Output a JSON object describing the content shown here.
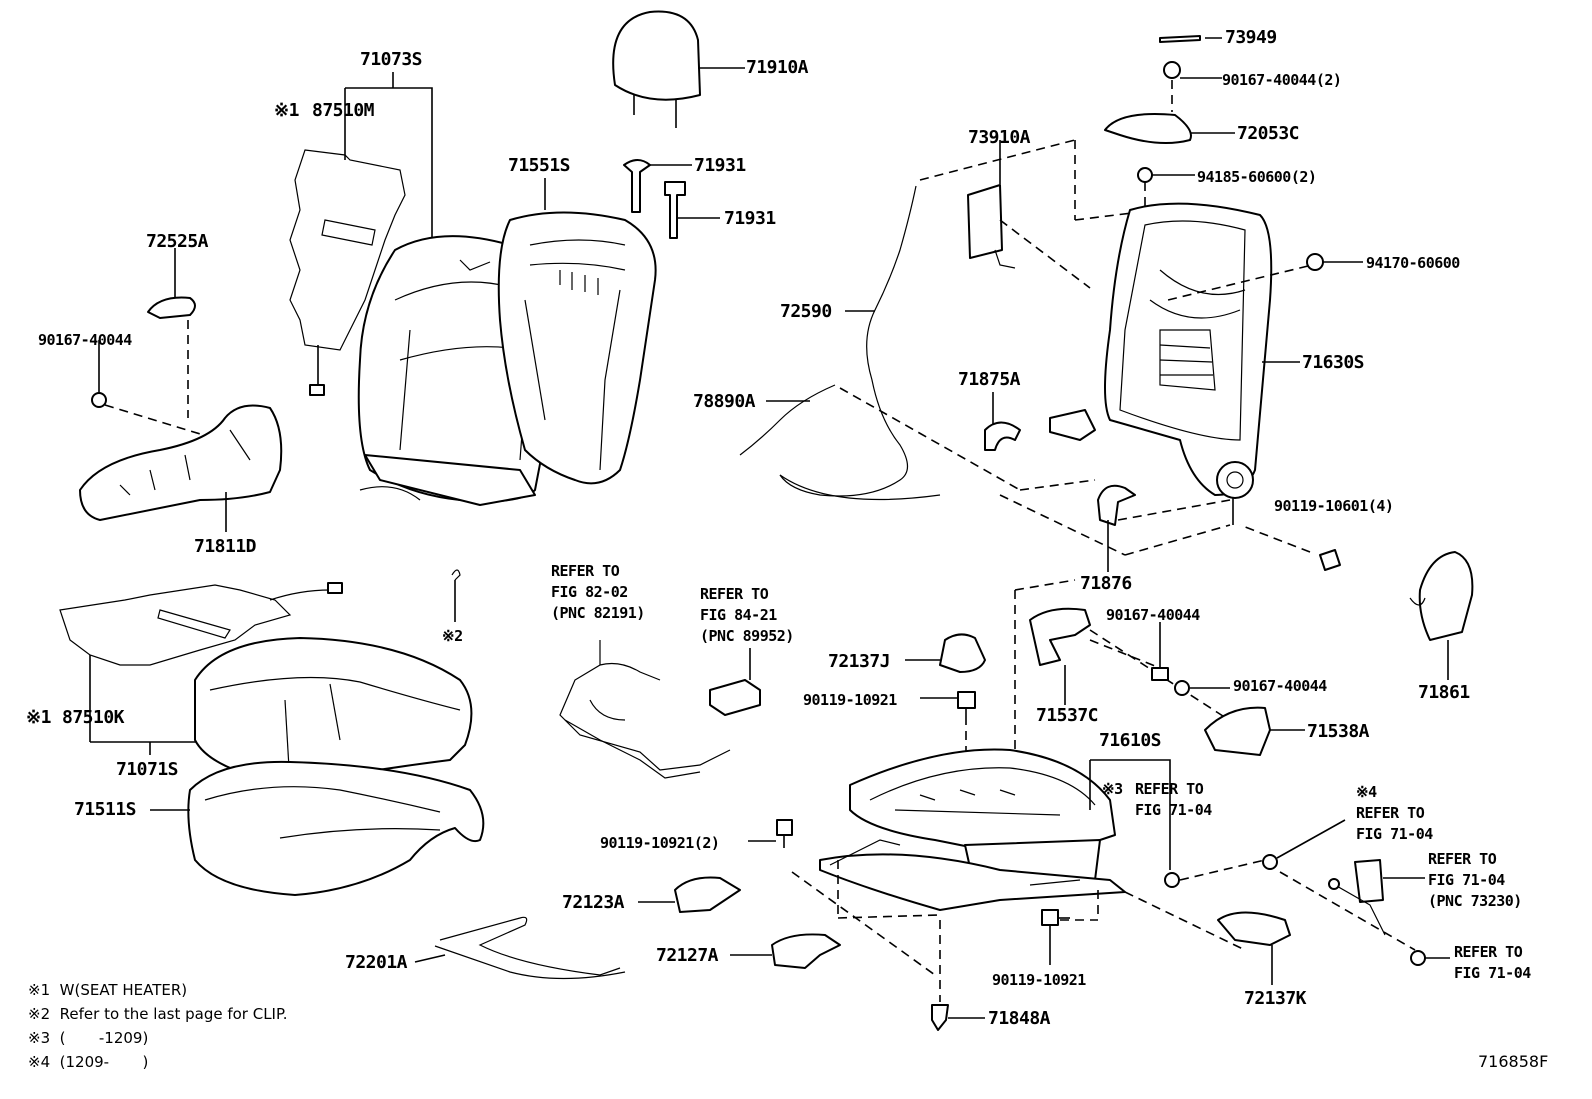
{
  "labels": {
    "p71073S": "71073S",
    "p87510M": "87510M",
    "p87510M_mark": "※1",
    "p71910A": "71910A",
    "p71931a": "71931",
    "p71931b": "71931",
    "p71551S": "71551S",
    "p72525A": "72525A",
    "p90167_40044a": "90167-40044",
    "p71811D": "71811D",
    "p73949": "73949",
    "p90167_40044_2": "90167-40044(2)",
    "p72053C": "72053C",
    "p73910A": "73910A",
    "p94185": "94185-60600(2)",
    "p94170": "94170-60600",
    "p72590": "72590",
    "p71630S": "71630S",
    "p78890A": "78890A",
    "p71875A": "71875A",
    "p90119_10601": "90119-10601(4)",
    "p71876": "71876",
    "p71861": "71861",
    "p2mark": "※2",
    "p87510K": "87510K",
    "p87510K_mark": "※1",
    "p71071S": "71071S",
    "p71511S": "71511S",
    "p72201A": "72201A",
    "p72137J": "72137J",
    "p90119_10921a": "90119-10921",
    "p90167_40044b": "90167-40044",
    "p90167_40044c": "90167-40044",
    "p71537C": "71537C",
    "p71538A": "71538A",
    "p71610S": "71610S",
    "p90119_10921_2": "90119-10921(2)",
    "p72123A": "72123A",
    "p72127A": "72127A",
    "p90119_10921b": "90119-10921",
    "p71848A": "71848A",
    "p72137K": "72137K"
  },
  "refs": {
    "r1_l1": "REFER TO",
    "r1_l2": "FIG 82-02",
    "r1_l3": "(PNC 82191)",
    "r2_l1": "REFER TO",
    "r2_l2": "FIG 84-21",
    "r2_l3": "(PNC 89952)",
    "r3_mark": "※3",
    "r3_l1": "REFER TO",
    "r3_l2": "FIG 71-04",
    "r4_mark": "※4",
    "r4_l1": "REFER TO",
    "r4_l2": "FIG 71-04",
    "r5_l1": "REFER TO",
    "r5_l2": "FIG 71-04",
    "r5_l3": "(PNC 73230)",
    "r6_l1": "REFER TO",
    "r6_l2": "FIG 71-04"
  },
  "notes": {
    "n1": "※1  W(SEAT HEATER)",
    "n2": "※2  Refer to the last page for CLIP.",
    "n3": "※3  (       -1209)",
    "n4": "※4  (1209-       )"
  },
  "figure_number": "716858F"
}
